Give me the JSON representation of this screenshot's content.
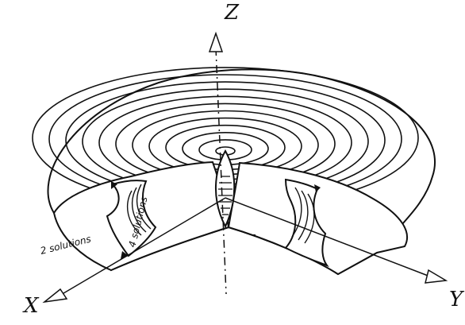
{
  "axes": {
    "z_label": "Z",
    "x_label": "X",
    "y_label": "Y"
  },
  "regions": {
    "two_solutions": "2 solutions",
    "four_solutions": "4 solutions"
  },
  "colors": {
    "ink": "#111111",
    "paper": "#ffffff"
  }
}
